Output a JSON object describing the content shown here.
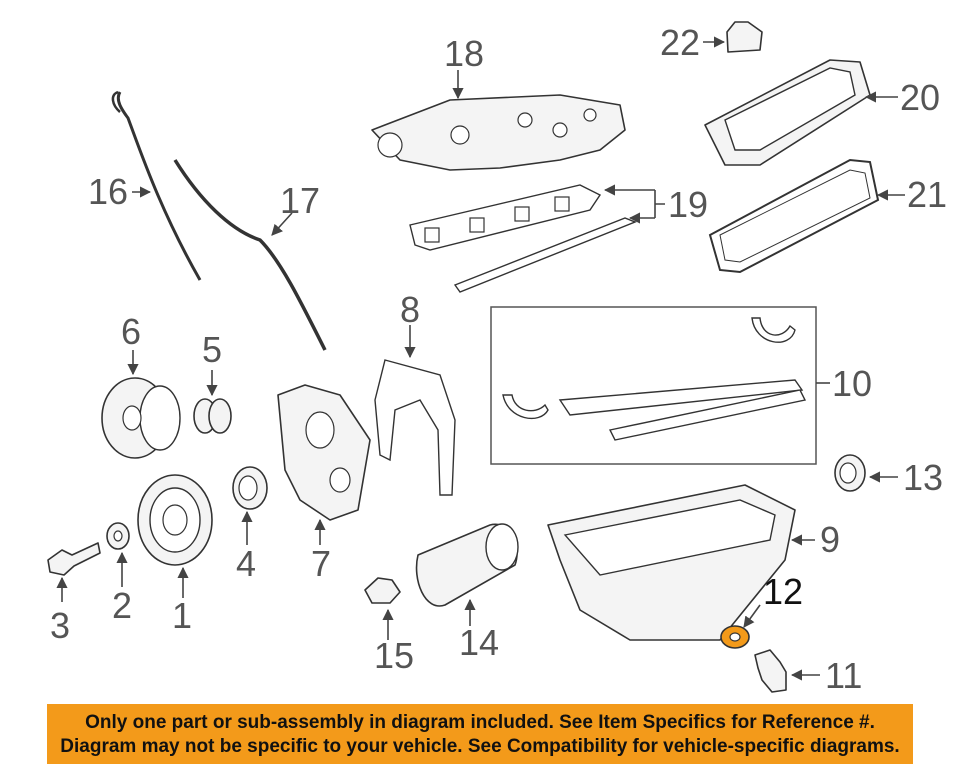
{
  "diagram": {
    "highlight_color": "#f39a1a",
    "highlighted_part": "12",
    "callouts": {
      "c1": "1",
      "c2": "2",
      "c3": "3",
      "c4": "4",
      "c5": "5",
      "c6": "6",
      "c7": "7",
      "c8": "8",
      "c9": "9",
      "c10": "10",
      "c11": "11",
      "c12": "12",
      "c13": "13",
      "c14": "14",
      "c15": "15",
      "c16": "16",
      "c17": "17",
      "c18": "18",
      "c19": "19",
      "c20": "20",
      "c21": "21",
      "c22": "22"
    }
  },
  "notice": {
    "line1": "Only one part or sub-assembly in diagram included. See Item Specifics for Reference #.",
    "line2": "Diagram may not be specific to your vehicle. See Compatibility for vehicle-specific diagrams.",
    "background": "#f39a1a"
  }
}
